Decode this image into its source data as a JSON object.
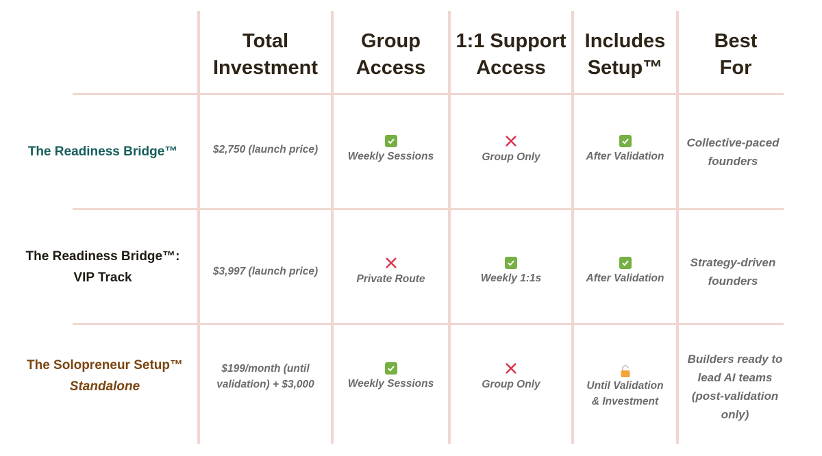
{
  "headers": [
    [
      "Total",
      "Investment"
    ],
    [
      "Group",
      "Access"
    ],
    [
      "1:1 Support",
      "Access"
    ],
    [
      "Includes",
      "Setup™"
    ],
    [
      "Best",
      "For"
    ]
  ],
  "colors": {
    "grid": "#f0d6cf",
    "teal": "#175e5c",
    "dark": "#1f1a12",
    "brown": "#7a4510",
    "check_green": "#76b043",
    "cross_red": "#d9304a",
    "lock_gold": "#f2a33a"
  },
  "rows": [
    {
      "label": [
        "The Readiness Bridge™"
      ],
      "investment": [
        "$2,750 (launch price)"
      ],
      "group": {
        "icon": "check-icon",
        "text": [
          "Weekly Sessions"
        ]
      },
      "support": {
        "icon": "cross-icon",
        "text": [
          "Group Only"
        ]
      },
      "setup": {
        "icon": "check-icon",
        "text": [
          "After Validation"
        ]
      },
      "best": [
        "Collective-paced",
        "founders"
      ]
    },
    {
      "label": [
        "The Readiness Bridge™:",
        "VIP Track"
      ],
      "investment": [
        "$3,997 (launch price)"
      ],
      "group": {
        "icon": "cross-icon",
        "text": [
          "Private Route"
        ]
      },
      "support": {
        "icon": "check-icon",
        "text": [
          "Weekly 1:1s"
        ]
      },
      "setup": {
        "icon": "check-icon",
        "text": [
          "After Validation"
        ]
      },
      "best": [
        "Strategy-driven",
        "founders"
      ]
    },
    {
      "label": [
        "The Solopreneur Setup™",
        "Standalone"
      ],
      "investment": [
        "$199/month (until",
        "validation) + $3,000"
      ],
      "group": {
        "icon": "check-icon",
        "text": [
          "Weekly Sessions"
        ]
      },
      "support": {
        "icon": "cross-icon",
        "text": [
          "Group Only"
        ]
      },
      "setup": {
        "icon": "lock-icon",
        "text": [
          "Until Validation",
          "& Investment"
        ]
      },
      "best": [
        "Builders ready to",
        "lead AI teams",
        "(post-validation",
        "only)"
      ]
    }
  ]
}
